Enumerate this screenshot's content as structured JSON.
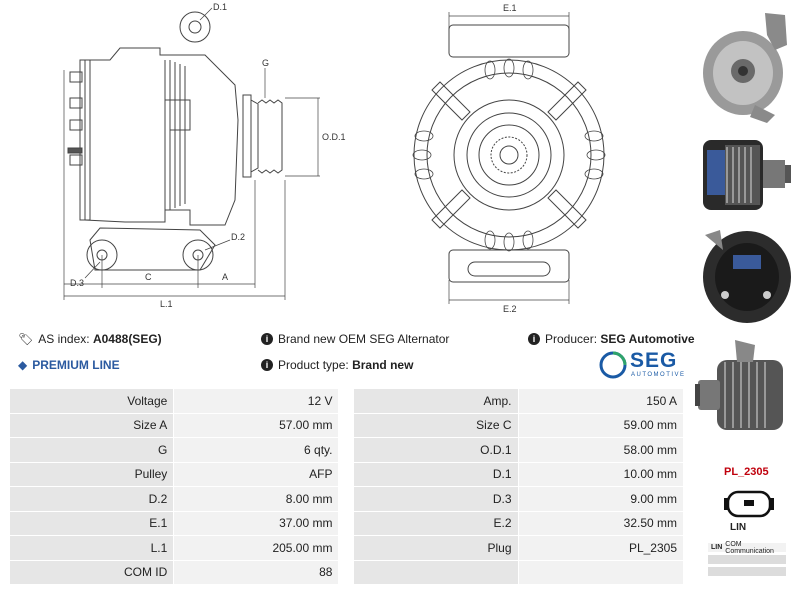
{
  "drawing": {
    "labels": {
      "d1": "D.1",
      "g": "G",
      "od1": "O.D.1",
      "d2": "D.2",
      "d3": "D.3",
      "c": "C",
      "a": "A",
      "l1": "L.1",
      "e1": "E.1",
      "e2": "E.2"
    }
  },
  "info": {
    "as_index_label": "AS index:",
    "as_index_value": "A0488(SEG)",
    "description": "Brand new OEM SEG Alternator",
    "producer_label": "Producer:",
    "producer_value": "SEG Automotive",
    "premium_line": "PREMIUM LINE",
    "product_type_label": "Product type:",
    "product_type_value": "Brand new"
  },
  "logo": {
    "name": "SEG",
    "sub": "AUTOMOTIVE",
    "color": "#1a5aa5"
  },
  "specs": {
    "rows": [
      {
        "k1": "Voltage",
        "v1": "12 V",
        "k2": "Amp.",
        "v2": "150 A"
      },
      {
        "k1": "Size A",
        "v1": "57.00 mm",
        "k2": "Size C",
        "v2": "59.00 mm"
      },
      {
        "k1": "G",
        "v1": "6 qty.",
        "k2": "O.D.1",
        "v2": "58.00 mm"
      },
      {
        "k1": "Pulley",
        "v1": "AFP",
        "k2": "D.1",
        "v2": "10.00 mm"
      },
      {
        "k1": "D.2",
        "v1": "8.00 mm",
        "k2": "D.3",
        "v2": "9.00 mm"
      },
      {
        "k1": "E.1",
        "v1": "37.00 mm",
        "k2": "E.2",
        "v2": "32.50 mm"
      },
      {
        "k1": "L.1",
        "v1": "205.00 mm",
        "k2": "Plug",
        "v2": "PL_2305"
      },
      {
        "k1": "COM ID",
        "v1": "88",
        "k2": "",
        "v2": ""
      }
    ]
  },
  "plug": {
    "code": "PL_2305",
    "pin_label": "LIN",
    "comm_code": "LIN",
    "comm_text": "COM Communication",
    "accent": "#c0000c"
  }
}
